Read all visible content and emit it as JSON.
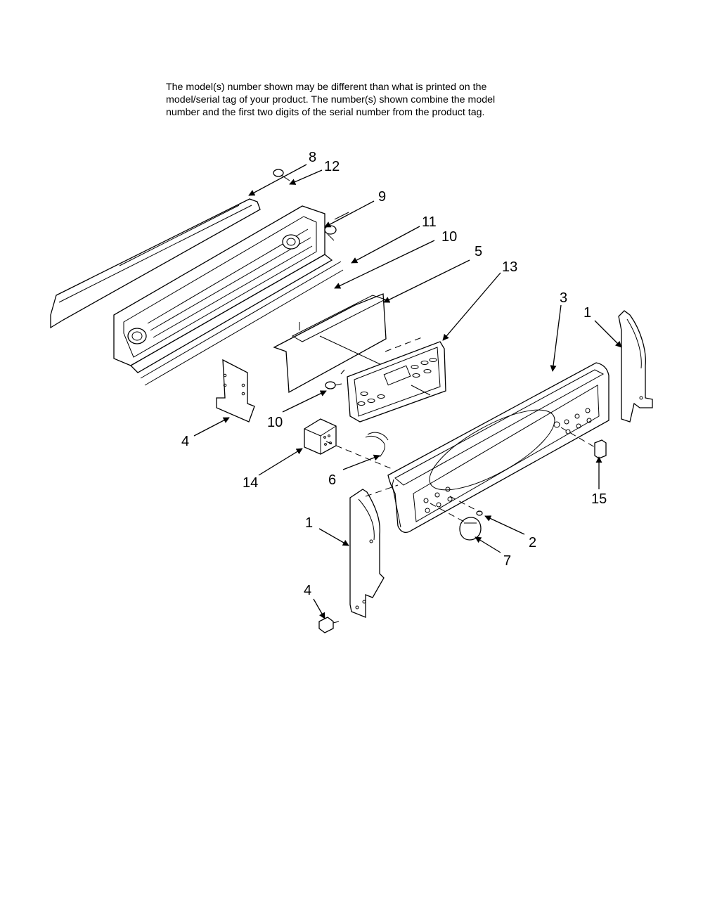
{
  "notice": {
    "line1": "The model(s) number shown may be different than what is printed on the",
    "line2": "model/serial tag of your product. The number(s) shown combine the model",
    "line3": "number and the first two digits of the serial number from the product tag."
  },
  "callouts": {
    "c8": "8",
    "c12": "12",
    "c9": "9",
    "c11": "11",
    "c10a": "10",
    "c5": "5",
    "c13": "13",
    "c3": "3",
    "c1a": "1",
    "c10b": "10",
    "c4a": "4",
    "c14": "14",
    "c6": "6",
    "c15": "15",
    "c1b": "1",
    "c2": "2",
    "c7": "7",
    "c4b": "4"
  }
}
